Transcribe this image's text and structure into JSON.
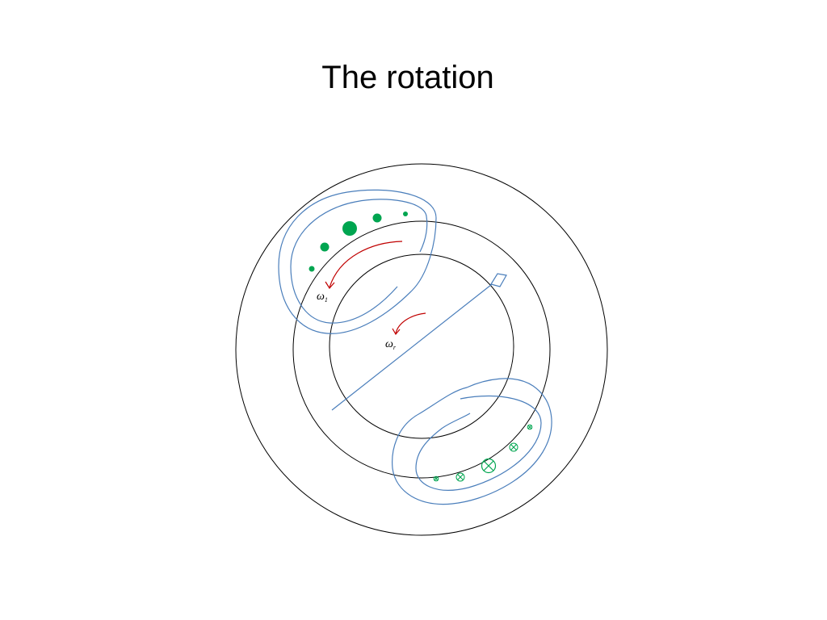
{
  "slide": {
    "title": "The rotation"
  },
  "diagram": {
    "labels": {
      "omega_1": {
        "symbol": "ω",
        "subscript": "1"
      },
      "omega_r": {
        "symbol": "ω",
        "subscript": "r"
      }
    },
    "colors": {
      "circle": "#000000",
      "coil": "#4a7ebb",
      "conductor": "#00a550",
      "rotation_arrow": "#c00000"
    },
    "conductors_out": {
      "count": 5
    },
    "conductors_in": {
      "count": 5
    }
  }
}
